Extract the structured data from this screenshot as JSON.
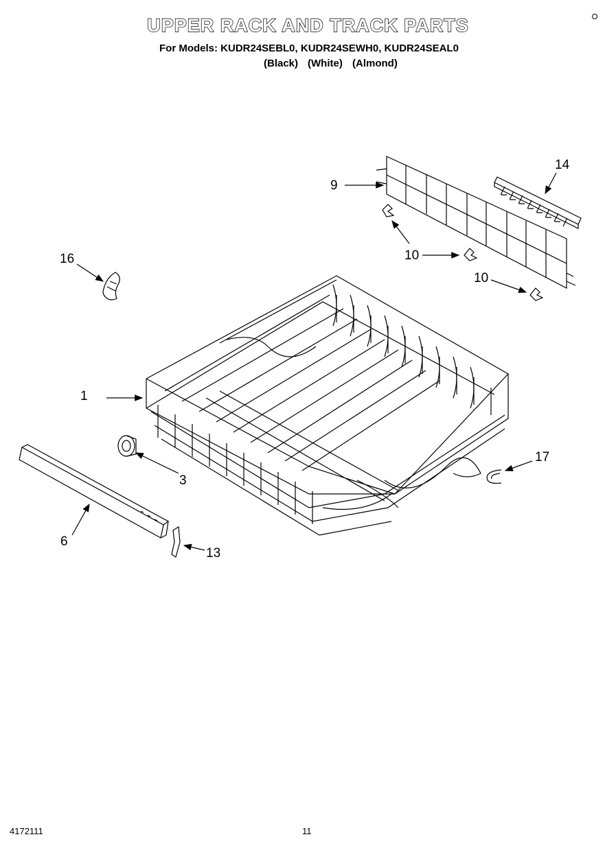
{
  "header": {
    "title": "UPPER RACK AND TRACK PARTS",
    "models_line": "For Models: KUDR24SEBL0, KUDR24SEWH0, KUDR24SEAL0",
    "color_black": "(Black)",
    "color_white": "(White)",
    "color_almond": "(Almond)"
  },
  "callouts": {
    "c1": "1",
    "c3": "3",
    "c6": "6",
    "c9": "9",
    "c10a": "10",
    "c10b": "10",
    "c13": "13",
    "c14": "14",
    "c16": "16",
    "c17": "17"
  },
  "footer": {
    "part_number": "4172111",
    "page": "11"
  }
}
